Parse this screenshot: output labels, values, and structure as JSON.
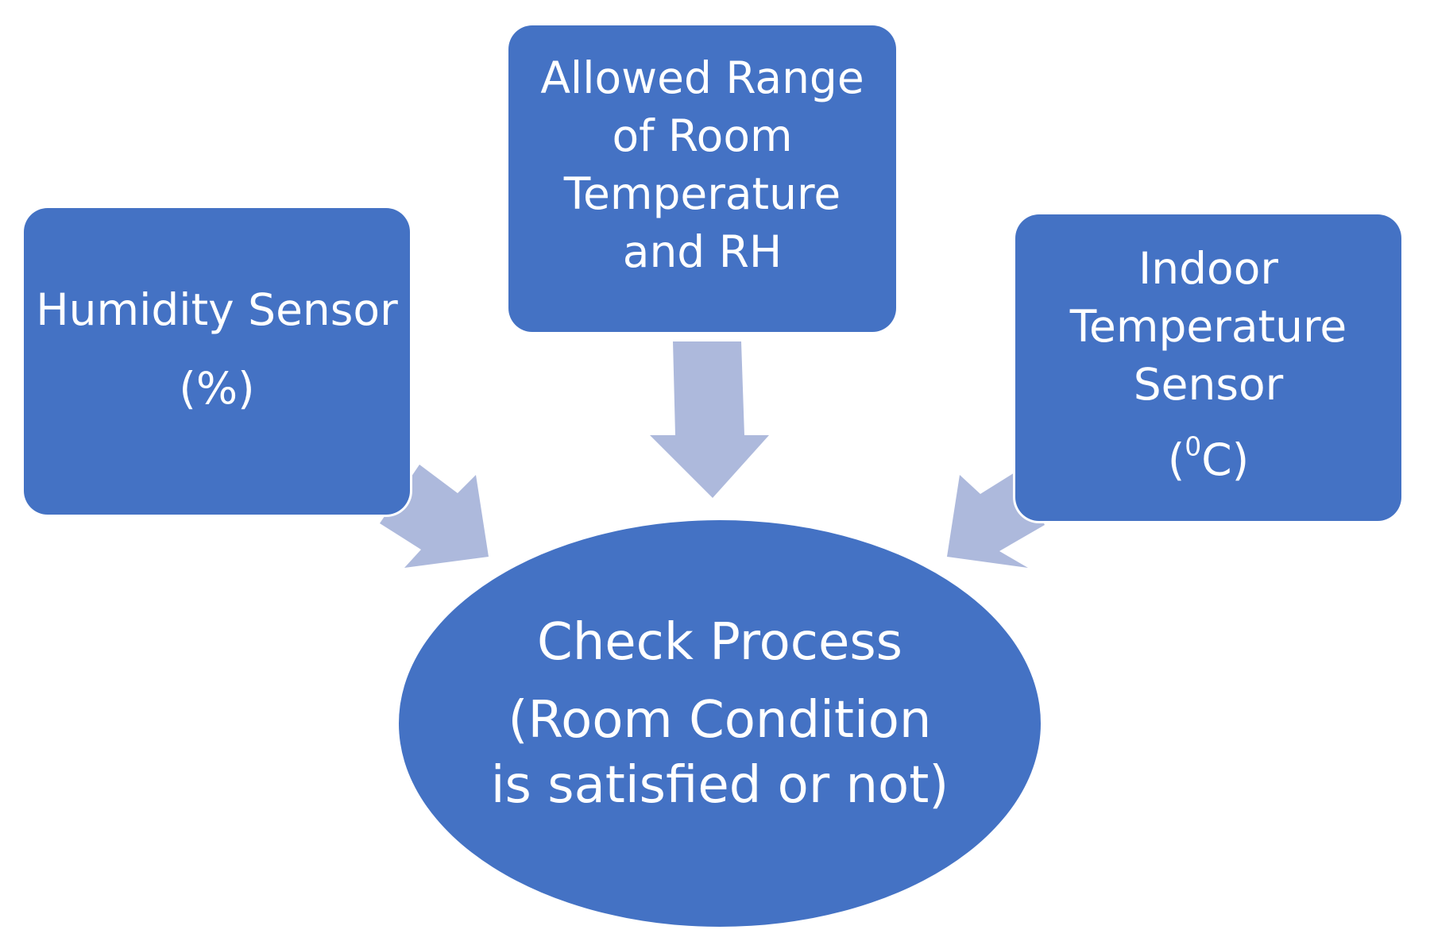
{
  "colors": {
    "box_fill": "#4472c4",
    "arrow_fill": "#adb9dc",
    "text": "#ffffff",
    "background": "#ffffff"
  },
  "humidity_sensor": {
    "title": "Humidity Sensor",
    "unit": "(%)"
  },
  "allowed_range": {
    "lines": [
      "Allowed Range",
      "of Room",
      "Temperature",
      "and RH"
    ]
  },
  "temperature_sensor": {
    "lines": [
      "Indoor",
      "Temperature",
      "Sensor"
    ],
    "unit_open": "(",
    "unit_sup": "0",
    "unit_rest": "C)"
  },
  "check_process": {
    "title": "Check Process",
    "detail_lines": [
      "(Room Condition",
      "is satisfied or not)"
    ]
  }
}
